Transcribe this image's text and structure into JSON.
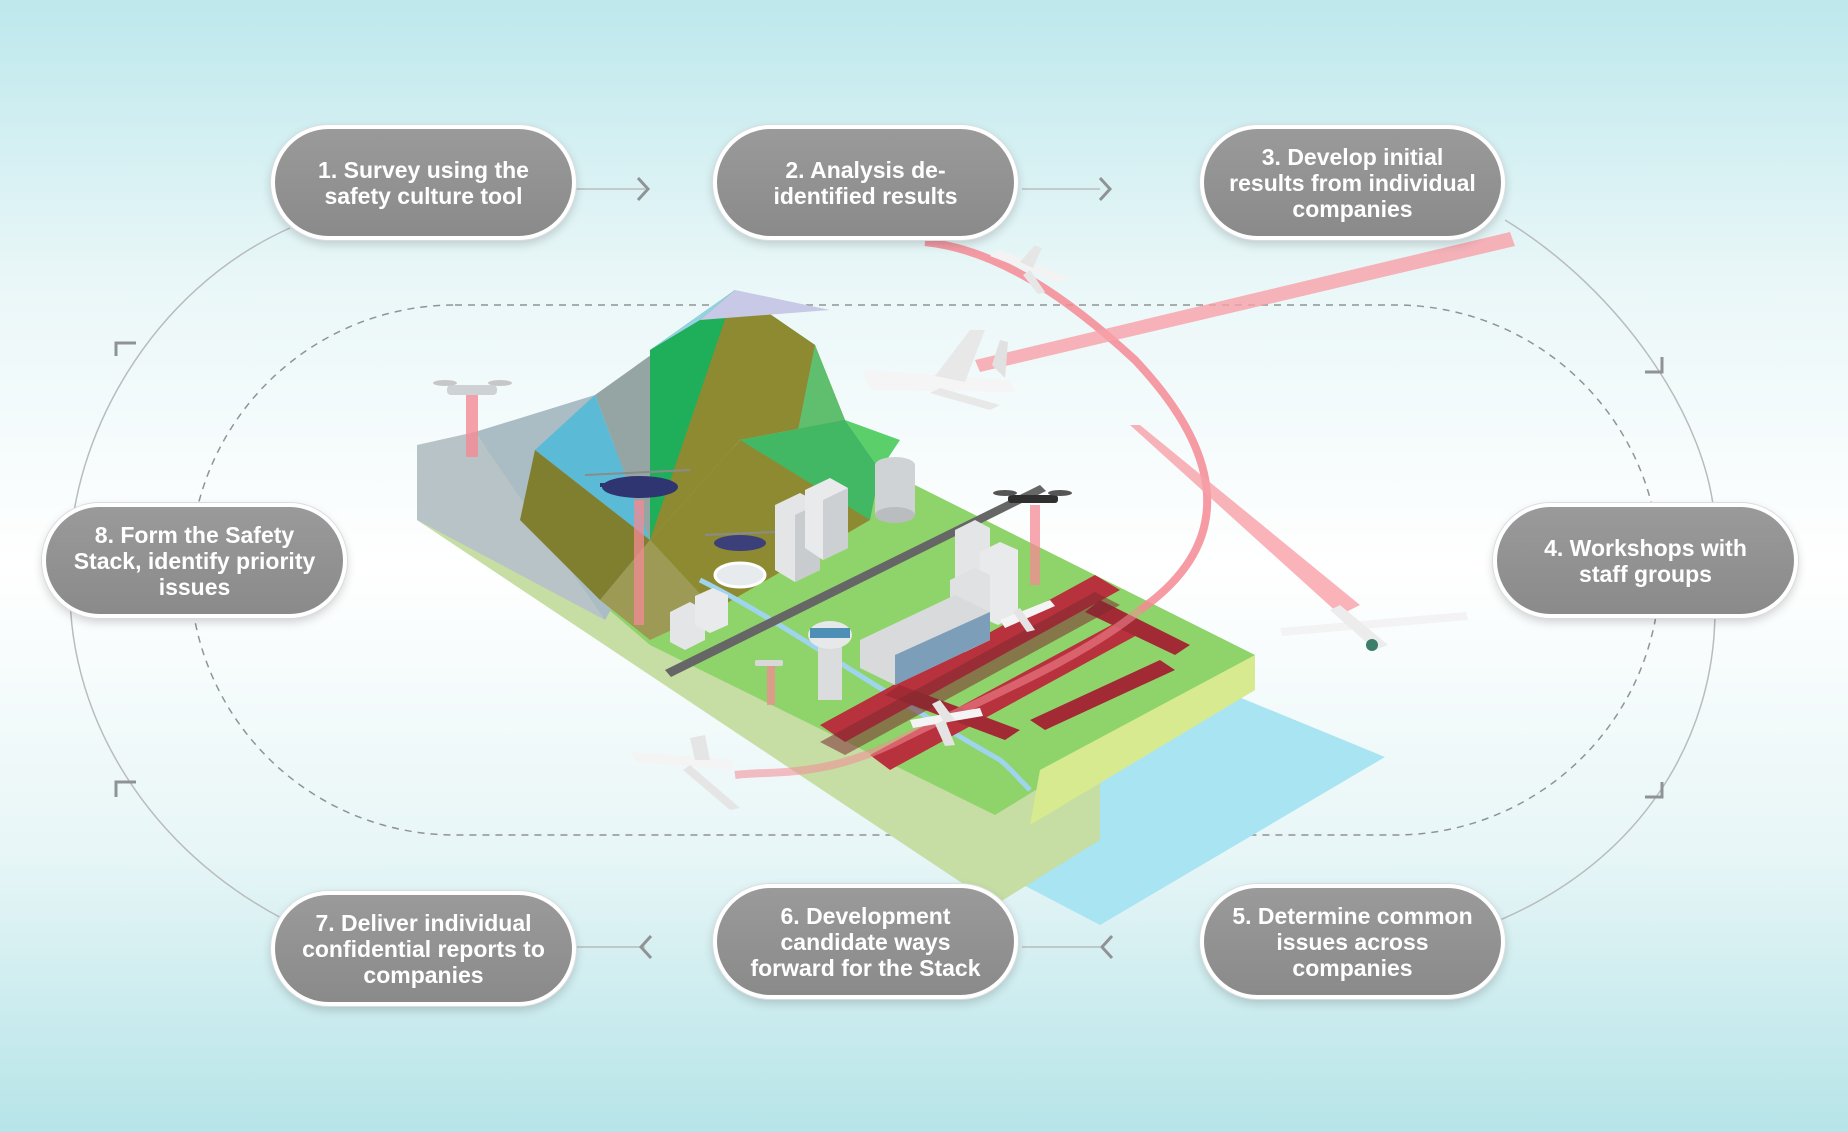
{
  "steps": [
    {
      "id": 1,
      "label": "1. Survey using the safety culture tool"
    },
    {
      "id": 2,
      "label": "2. Analysis de-identified results"
    },
    {
      "id": 3,
      "label": "3. Develop initial results from individual companies"
    },
    {
      "id": 4,
      "label": "4. Workshops with staff groups"
    },
    {
      "id": 5,
      "label": "5. Determine common issues across companies"
    },
    {
      "id": 6,
      "label": "6. Development candidate ways forward for the Stack"
    },
    {
      "id": 7,
      "label": "7. Deliver individual confidential reports to companies"
    },
    {
      "id": 8,
      "label": "8. Form the Safety Stack, identify priority issues"
    }
  ],
  "colors": {
    "step_fill": "#8e8e8e",
    "runway": "#b8323e",
    "grass": "#8fd46a",
    "water": "#a9e4f3",
    "flight_path": "#f48a94",
    "mountain_olive": "#8e8a32",
    "mountain_green": "#1fae5a"
  },
  "icons": [
    "arrow-icon",
    "drone-icon",
    "helicopter-icon",
    "airliner-icon",
    "light-aircraft-icon",
    "business-jet-icon",
    "control-tower-icon",
    "radar-icon",
    "building-icon",
    "hangar-icon"
  ]
}
